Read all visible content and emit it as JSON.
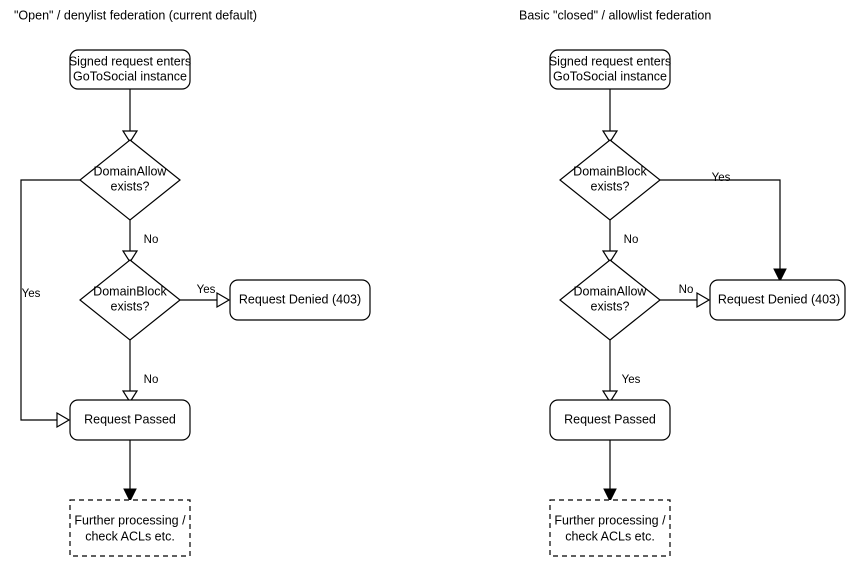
{
  "diagram": {
    "title_left": "\"Open\" / denylist federation (current default)",
    "title_right": "Basic \"closed\" / allowlist federation",
    "stroke_color": "#000000",
    "fill_color": "#ffffff",
    "background": "#ffffff"
  },
  "left_flow": {
    "title": "\"Open\" / denylist federation (current default)",
    "nodes": {
      "start": {
        "line1": "Signed request enters",
        "line2": "GoToSocial instance",
        "shape": "rounded-rect"
      },
      "decision1": {
        "line1": "DomainAllow",
        "line2": "exists?",
        "shape": "diamond"
      },
      "decision2": {
        "line1": "DomainBlock",
        "line2": "exists?",
        "shape": "diamond"
      },
      "denied": {
        "line1": "Request Denied (403)",
        "shape": "rounded-rect"
      },
      "passed": {
        "line1": "Request Passed",
        "shape": "rounded-rect"
      },
      "further": {
        "line1": "Further processing /",
        "line2": "check ACLs etc.",
        "shape": "dashed-rect"
      }
    },
    "edge_labels": {
      "allow_yes": "Yes",
      "allow_no": "No",
      "block_yes": "Yes",
      "block_no": "No"
    }
  },
  "right_flow": {
    "title": "Basic \"closed\" / allowlist federation",
    "nodes": {
      "start": {
        "line1": "Signed request enters",
        "line2": "GoToSocial instance",
        "shape": "rounded-rect"
      },
      "decision1": {
        "line1": "DomainBlock",
        "line2": "exists?",
        "shape": "diamond"
      },
      "decision2": {
        "line1": "DomainAllow",
        "line2": "exists?",
        "shape": "diamond"
      },
      "denied": {
        "line1": "Request Denied (403)",
        "shape": "rounded-rect"
      },
      "passed": {
        "line1": "Request Passed",
        "shape": "rounded-rect"
      },
      "further": {
        "line1": "Further processing /",
        "line2": "check ACLs etc.",
        "shape": "dashed-rect"
      }
    },
    "edge_labels": {
      "block_yes": "Yes",
      "block_no": "No",
      "allow_no": "No",
      "allow_yes": "Yes"
    }
  }
}
